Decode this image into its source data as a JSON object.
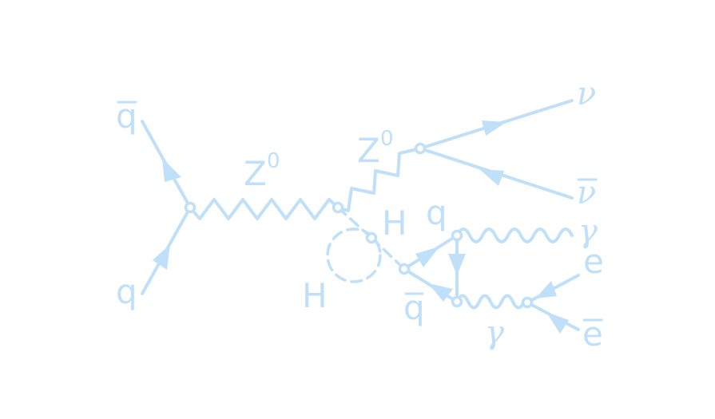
{
  "colors": {
    "stroke": "#bfe0f8"
  },
  "labels": {
    "qbar_in": "q",
    "q_in": "q",
    "z0_left": "Z",
    "z0_left_sup": "0",
    "z0_right": "Z",
    "z0_right_sup": "0",
    "h_upper": "H",
    "h_lower": "H",
    "nu": "ν",
    "nubar": "ν",
    "q_loop": "q",
    "qbar_loop": "q",
    "gamma_upper": "γ",
    "gamma_lower": "γ",
    "e": "e",
    "ebar": "e"
  }
}
